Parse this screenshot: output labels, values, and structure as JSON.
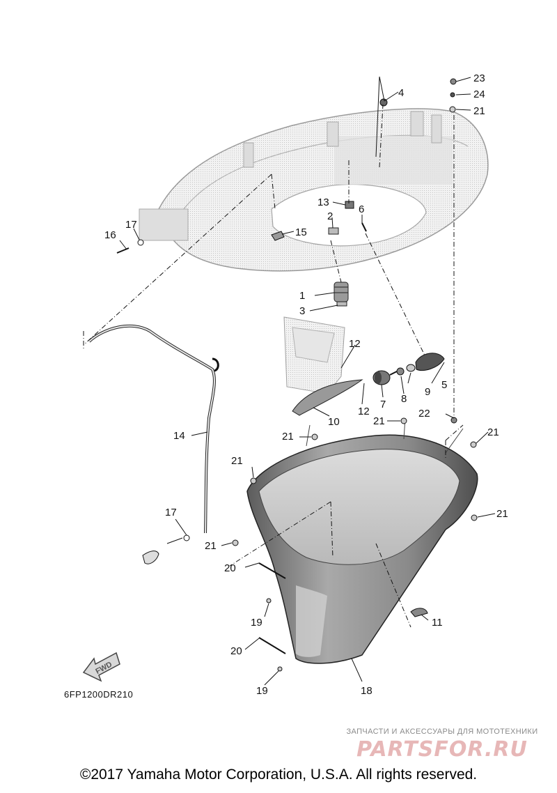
{
  "diagram": {
    "code": "6FP1200DR210",
    "fwd_label": "FWD",
    "callouts": [
      "1",
      "2",
      "3",
      "4",
      "5",
      "6",
      "7",
      "8",
      "9",
      "10",
      "11",
      "12",
      "12",
      "13",
      "14",
      "15",
      "16",
      "17",
      "17",
      "18",
      "19",
      "19",
      "20",
      "20",
      "21",
      "21",
      "21",
      "21",
      "21",
      "21",
      "21",
      "22",
      "23",
      "24"
    ]
  },
  "footer": {
    "copyright": "©2017 Yamaha Motor Corporation, U.S.A. All rights reserved."
  },
  "watermark": {
    "tagline": "ЗАПЧАСТИ И АКСЕССУАРЫ ДЛЯ МОТОТЕХНИКИ",
    "logo": "PARTSFOR.RU"
  },
  "colors": {
    "cowling_light": "#ebebeb",
    "cowling_dark": "#8f8f8f",
    "watermark": "#e7b7b7"
  }
}
